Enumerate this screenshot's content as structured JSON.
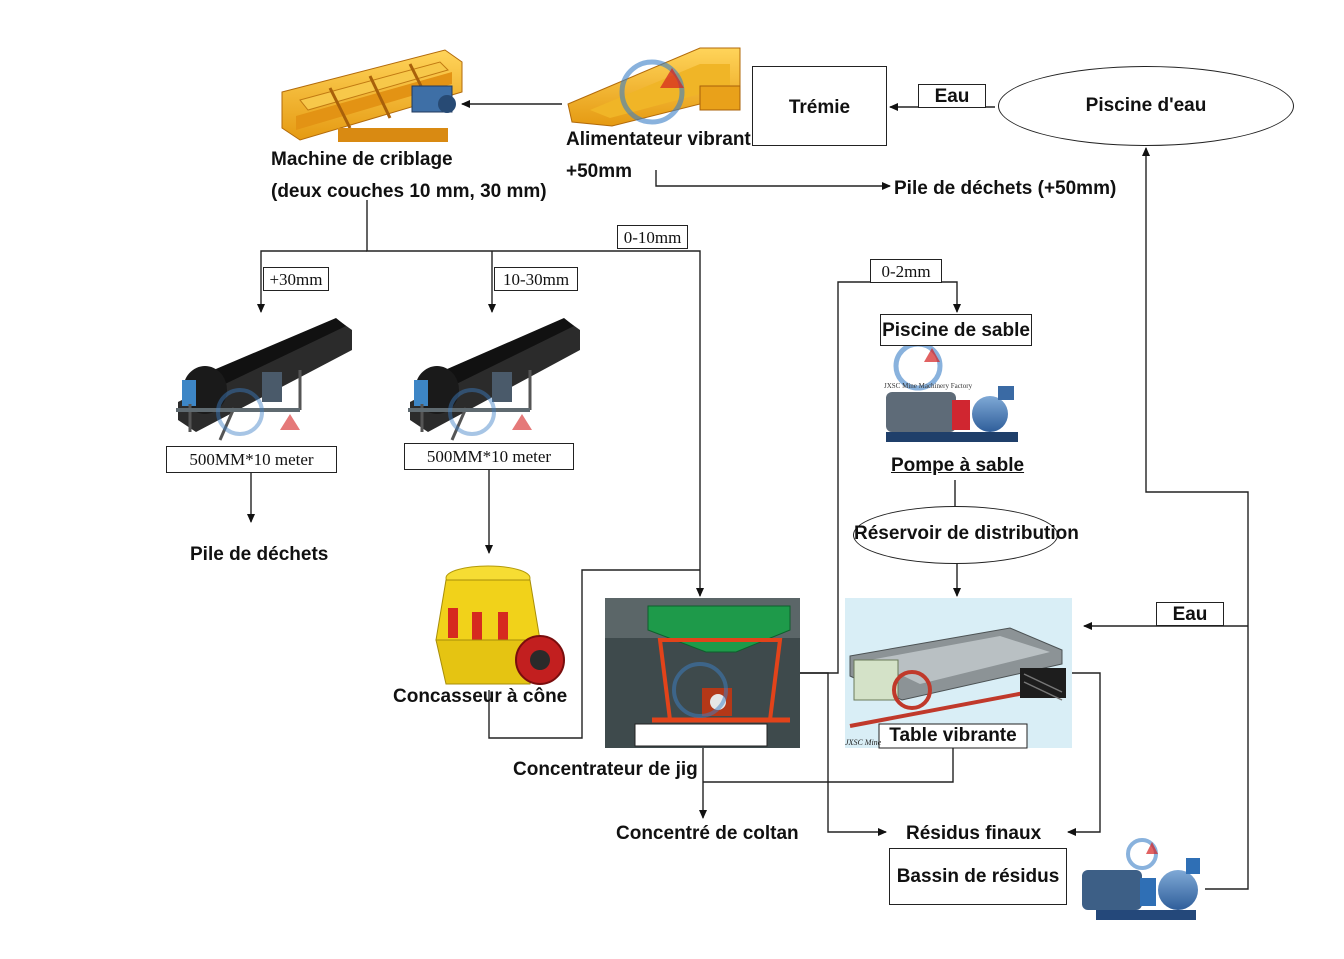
{
  "nodes": {
    "tremie": "Trémie",
    "eau_top": "Eau",
    "piscine_eau": "Piscine d'eau",
    "alimentateur": "Alimentateur vibrant",
    "plus50": "+50mm",
    "pile_dechets_50": "Pile de déchets (+50mm)",
    "criblage_1": "Machine de criblage",
    "criblage_2": "(deux couches 10 mm, 30 mm)",
    "size_0_10": "0-10mm",
    "size_30": "+30mm",
    "size_10_30": "10-30mm",
    "size_0_2": "0-2mm",
    "conveyor_1": "500MM*10 meter",
    "conveyor_2": "500MM*10 meter",
    "pile_dechets": "Pile de déchets",
    "concasseur": "Concasseur à cône",
    "piscine_sable": "Piscine de sable",
    "pompe_sable": "Pompe à sable",
    "reservoir": "Réservoir de distribution",
    "eau_right": "Eau",
    "table": "Table vibrante",
    "jig": "Concentrateur de jig",
    "coltan": "Concentré de coltan",
    "residus": "Résidus finaux",
    "bassin": "Bassin de résidus"
  },
  "watermark": {
    "factory": "JXSC Mine Machinery Factory",
    "short": "JXSC Mine"
  },
  "colors": {
    "line": "#222222",
    "feeder": "#f2a81d",
    "conveyor_belt": "#1e1e1e",
    "crusher": "#f1d21a",
    "jig_top": "#1e9a4a",
    "jig_frame": "#e2431a",
    "table_bg": "#d9eef6",
    "pump_blue": "#2f6fb5"
  }
}
